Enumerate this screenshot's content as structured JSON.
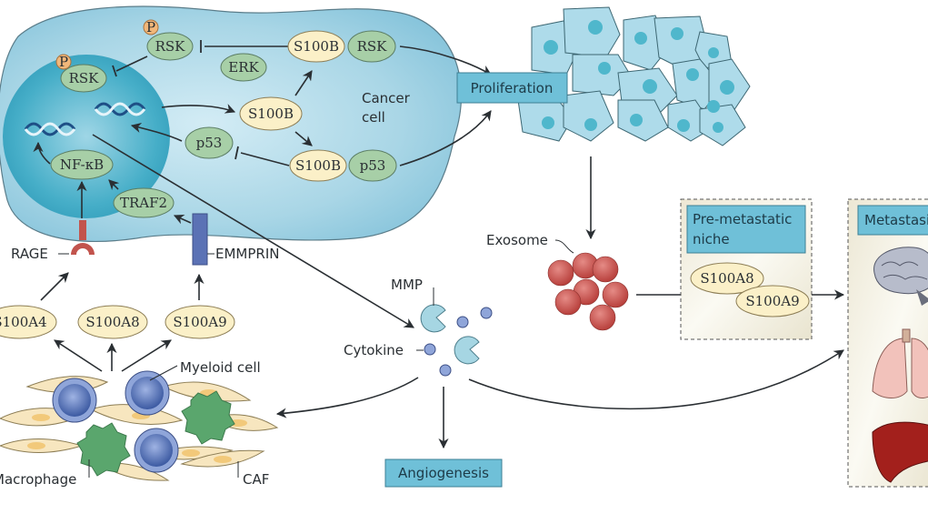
{
  "diagram": {
    "title": "S100 proteins in cancer cell signalling, tumour microenvironment and metastasis",
    "cancer_cell": {
      "label_line1": "Cancer",
      "label_line2": "cell",
      "molecules": {
        "rsk_p_cyto": "RSK",
        "rsk_p_nuc": "RSK",
        "phospho": "P",
        "erk": "ERK",
        "s100b_center": "S100B",
        "s100b_rsk_a": "S100B",
        "s100b_rsk_b": "RSK",
        "s100b_p53_a": "S100B",
        "s100b_p53_b": "p53",
        "p53": "p53",
        "nfkb": "NF-κB",
        "traf2": "TRAF2"
      }
    },
    "receptors": {
      "rage": "RAGE",
      "emmprin": "EMMPRIN"
    },
    "secreted": {
      "s100a4": "S100A4",
      "s100a8": "S100A8",
      "s100a9": "S100A9"
    },
    "microenvironment": {
      "myeloid_cell": "Myeloid cell",
      "macrophage": "Macrophage",
      "caf": "CAF"
    },
    "factors": {
      "mmp": "MMP",
      "cytokine": "Cytokine"
    },
    "outcomes": {
      "proliferation": "Proliferation",
      "angiogenesis": "Angiogenesis",
      "exosome": "Exosome",
      "pre_metastatic_niche_line1": "Pre-metastatic",
      "pre_metastatic_niche_line2": "niche",
      "niche_s100a8": "S100A8",
      "niche_s100a9": "S100A9",
      "metastasis": "Metastasis"
    },
    "organs": [
      "brain",
      "lung",
      "liver"
    ],
    "colors": {
      "cell_fill": "#a9d6e6",
      "nucleus_fill": "#3fa9c4",
      "green_mol": "#a7cfa7",
      "yellow_mol": "#fbf0c8",
      "box_fill": "#6fc0d8",
      "exosome": "#c9524f",
      "caf_fill": "#f7e6bf",
      "myeloid": "#4d6db3",
      "macrophage": "#5aa66d"
    }
  }
}
